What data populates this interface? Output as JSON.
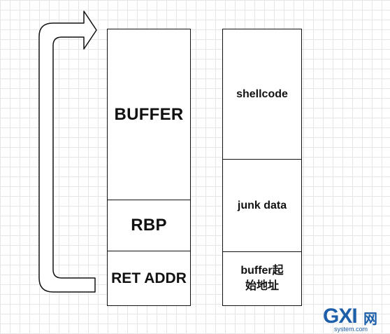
{
  "left_stack": {
    "buffer": "BUFFER",
    "rbp": "RBP",
    "ret": "RET ADDR"
  },
  "right_stack": {
    "shellcode": "shellcode",
    "junk": "junk data",
    "buffer_addr_line1": "buffer起",
    "buffer_addr_line2": "始地址"
  },
  "watermark": {
    "logo": "GXI",
    "cn": "网",
    "domain": "system.com"
  },
  "colors": {
    "grid": "#e6e6e6",
    "stroke": "#111111",
    "watermark": "#1d5fa8"
  }
}
